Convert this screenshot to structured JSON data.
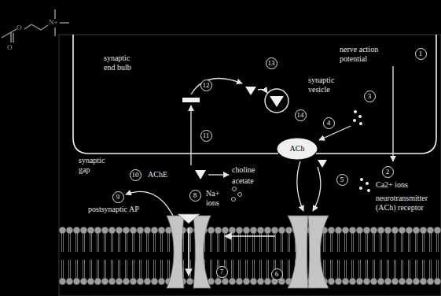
{
  "diagram": {
    "nodes": [
      {
        "text": [
          "1"
        ]
      },
      {
        "text": [
          "2"
        ]
      },
      {
        "text": [
          "3"
        ]
      },
      {
        "text": [
          "4"
        ]
      },
      {
        "text": [
          "5"
        ]
      },
      {
        "text": [
          "6"
        ]
      },
      {
        "text": [
          "7"
        ]
      },
      {
        "text": [
          "8"
        ]
      },
      {
        "text": [
          "9"
        ]
      },
      {
        "text": [
          "10"
        ]
      },
      {
        "text": [
          "11"
        ]
      },
      {
        "text": [
          "12"
        ]
      },
      {
        "text": [
          "13"
        ]
      },
      {
        "text": [
          "14"
        ]
      }
    ],
    "labels": [
      "O",
      "O",
      "N+",
      "synaptic end bulb",
      "nerve action potential",
      "synaptic vesicle",
      "ACh",
      "Ca2+ ions",
      "synaptic gap",
      "AChE",
      "choline",
      "acetate",
      "Na+ ions",
      "neurotransmitter (ACh) receptor",
      "postsynaptic AP"
    ]
  }
}
